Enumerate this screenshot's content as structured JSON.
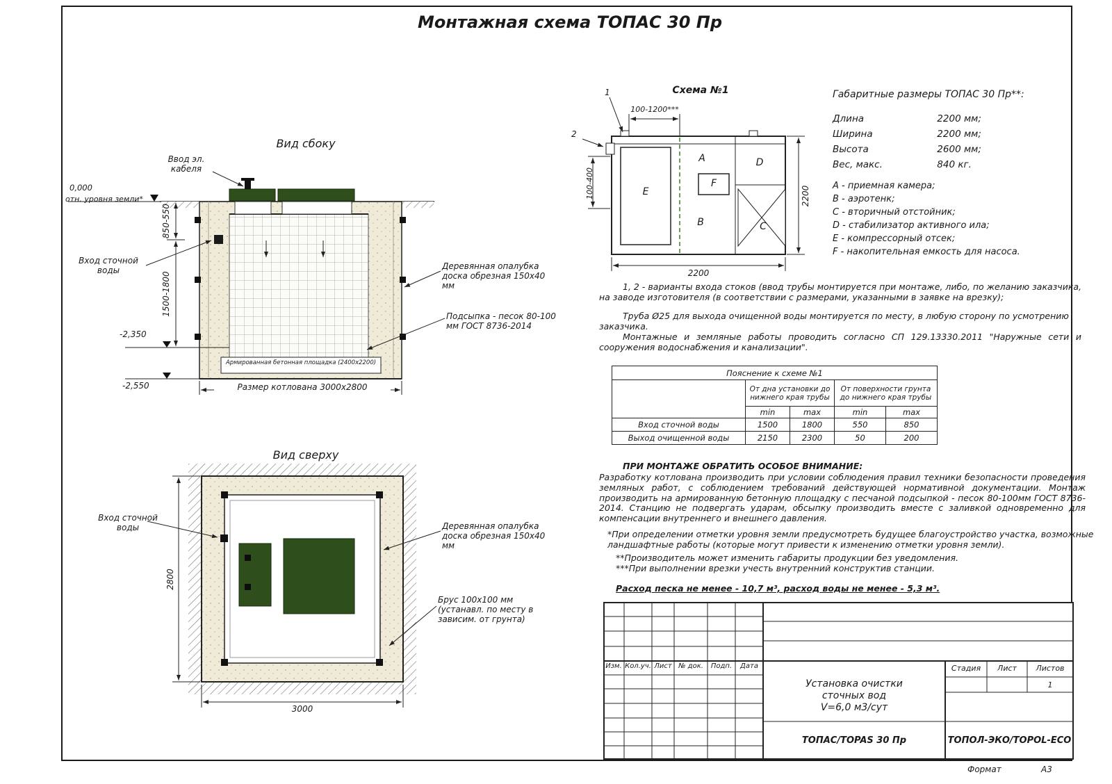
{
  "title": "Монтажная схема ТОПАС 30 Пр",
  "colors": {
    "lid_green": "#2e4f1b",
    "sand_beige": "#f0ebd8",
    "dashed_green": "#3f7d27"
  },
  "side_view": {
    "title": "Вид сбоку",
    "cable_entry": "Ввод эл. кабеля",
    "zero_level": "0,000",
    "ground_ref": "отн. уровня земли*",
    "dim_depth1": "850-550",
    "dim_depth2": "1500-1800",
    "inlet": "Вход сточной воды",
    "level_minus_2350": "-2,350",
    "level_minus_2550": "-2,550",
    "concrete_pad": "Армированная бетонная площадка (2400x2200)",
    "pit_size": "Размер котлована 3000x2800",
    "formwork": "Деревянная опалубка доска обрезная 150x40 мм",
    "sand_bed": "Подсыпка - песок 80-100 мм ГОСТ 8736-2014"
  },
  "top_view": {
    "title": "Вид сверху",
    "inlet": "Вход сточной воды",
    "dim_width": "2800",
    "dim_length": "3000",
    "formwork": "Деревянная опалубка доска обрезная 150x40 мм",
    "beam": "Брус 100x100 мм (устанавл. по месту в зависим. от грунта)"
  },
  "scheme": {
    "title": "Схема №1",
    "marker1": "1",
    "marker2": "2",
    "dim_top": "100-1200***",
    "dim_left": "100-400",
    "dim_bottom": "2200",
    "dim_right": "2200",
    "compartments": [
      "A",
      "B",
      "C",
      "D",
      "E",
      "F"
    ]
  },
  "overall": {
    "title": "Габаритные размеры ТОПАС 30 Пр**:",
    "rows": [
      {
        "name": "Длина",
        "value": "2200 мм;"
      },
      {
        "name": "Ширина",
        "value": "2200 мм;"
      },
      {
        "name": "Высота",
        "value": "2600 мм;"
      },
      {
        "name": "Вес, макс.",
        "value": "840 кг."
      }
    ]
  },
  "legend": {
    "items": [
      "A - приемная камера;",
      "B - аэротенк;",
      "C - вторичный отстойник;",
      "D - стабилизатор активного ила;",
      "E - компрессорный отсек;",
      "F - накопительная емкость для насоса."
    ]
  },
  "notes": {
    "para1": "1, 2 - варианты входа  стоков (ввод трубы монтируется при монтаже, либо, по желанию заказчика, на заводе изготовителя (в соответствии с размерами, указанными в заявке на врезку);",
    "para1b": "Труба Ø25 для выхода очищенной воды монтируется по месту, в любую сторону по усмотрению заказчика.",
    "para2": "Монтажные и земляные работы проводить согласно СП 129.13330.2011 \"Наружные сети и сооружения водоснабжения и канализации\"."
  },
  "table": {
    "title": "Пояснение к схеме №1",
    "group1": "От дна установки до нижнего края трубы",
    "group2": "От поверхности грунта до нижнего края трубы",
    "min": "min",
    "max": "max",
    "rows": [
      {
        "name": "Вход сточной воды",
        "v1": "1500",
        "v2": "1800",
        "v3": "550",
        "v4": "850"
      },
      {
        "name": "Выход очищенной воды",
        "v1": "2150",
        "v2": "2300",
        "v3": "50",
        "v4": "200"
      }
    ]
  },
  "attention": {
    "heading": "ПРИ МОНТАЖЕ ОБРАТИТЬ ОСОБОЕ ВНИМАНИЕ:",
    "body": "Разработку котлована производить при условии соблюдения правил техники безопасности проведения земляных работ, с соблюдением требований действующей нормативной документации.  Монтаж производить на армированную бетонную площадку с песчаной подсыпкой - песок 80-100мм ГОСТ 8736-2014. Станцию не подвергать ударам, обсыпку производить вместе с заливкой одновременно для компенсации внутреннего и внешнего давления.",
    "footnote1": "*При определении отметки уровня земли предусмотреть будущее благоустройство участка, возможные ландшафтные работы (которые могут привести к изменению отметки уровня земли).",
    "footnote2": "**Производитель может изменить габариты продукции без уведомления.",
    "footnote3": "***При выполнении врезки учесть внутренний конструктив станции.",
    "consumption": "Расход песка не менее - 10,7 м³, расход воды не менее - 5,3 м³."
  },
  "title_block": {
    "cols": [
      "Изм.",
      "Кол.уч.",
      "Лист",
      "№ док.",
      "Подп.",
      "Дата"
    ],
    "product1": "Установка очистки",
    "product2": "сточных вод",
    "product3": "V=6,0 м3/сут",
    "stage_label": "Стадия",
    "sheet_label": "Лист",
    "sheets_label": "Листов",
    "sheets_value": "1",
    "model": "ТОПАС/TOPAS 30 Пр",
    "company": "ТОПОЛ-ЭКО/TOPOL-ECO",
    "format_label": "Формат",
    "format_value": "А3"
  }
}
